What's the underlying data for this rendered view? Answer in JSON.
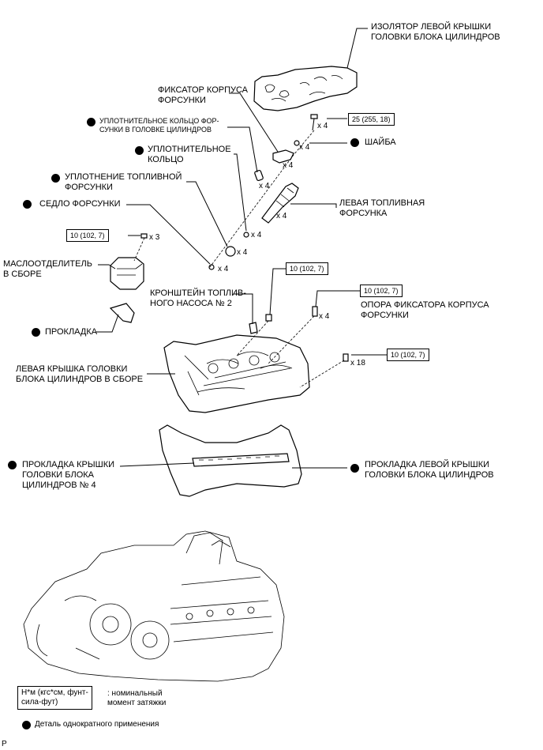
{
  "labels": {
    "insulator": "ИЗОЛЯТОР ЛЕВОЙ КРЫШКИ\nГОЛОВКИ БЛОКА ЦИЛИНДРОВ",
    "clamp": "ФИКСАТОР КОРПУСА\nФОРСУНКИ",
    "oring_head": "УПЛОТНИТЕЛЬНОЕ КОЛЬЦО ФОР-\nСУНКИ В ГОЛОВКЕ ЦИЛИНДРОВ",
    "oring": "УПЛОТНИТЕЛЬНОЕ\nКОЛЬЦО",
    "fuel_seal": "УПЛОТНЕНИЕ ТОПЛИВНОЙ\nФОРСУНКИ",
    "seat": "СЕДЛО ФОРСУНКИ",
    "washer": "ШАЙБА",
    "injector": "ЛЕВАЯ ТОПЛИВНАЯ\nФОРСУНКА",
    "separator": "МАСЛООТДЕЛИТЕЛЬ\nВ СБОРЕ",
    "gasket": "ПРОКЛАДКА",
    "bracket": "КРОНШТЕЙН ТОПЛИВ-\nНОГО НАСОСА № 2",
    "support": "ОПОРА ФИКСАТОРА КОРПУСА\nФОРСУНКИ",
    "cover": "ЛЕВАЯ КРЫШКА ГОЛОВКИ\nБЛОКА ЦИЛИНДРОВ В СБОРЕ",
    "cover_gasket4": "ПРОКЛАДКА КРЫШКИ\nГОЛОВКИ БЛОКА\nЦИЛИНДРОВ № 4",
    "cover_gasket_left": "ПРОКЛАДКА ЛЕВОЙ КРЫШКИ\nГОЛОВКИ БЛОКА ЦИЛИНДРОВ"
  },
  "torques": {
    "t25": "25 (255, 18)",
    "t10a": "10 (102, 7)",
    "t10b": "10 (102, 7)",
    "t10c": "10 (102, 7)",
    "t10d": "10 (102, 7)"
  },
  "quantities": {
    "q_bolt_top": "x 4",
    "q_washer": "x 4",
    "q_clamp": "x 4",
    "q_oring_head": "x 4",
    "q_injector": "x 4",
    "q_oring": "x 4",
    "q_fuel_seal": "x 4",
    "q_seat": "x 4",
    "q_sep": "x 3",
    "q_support": "x 4",
    "q_cover": "x 18"
  },
  "legend": {
    "torque_box": "Н*м (кгс*см, фунт-\nсила-фут)",
    "torque_desc": ": номинальный\nмомент затяжки",
    "nonreusable": "Деталь однократного применения"
  },
  "corner_mark": "P",
  "icons": {
    "nonreusable": "filled-circle-icon"
  }
}
